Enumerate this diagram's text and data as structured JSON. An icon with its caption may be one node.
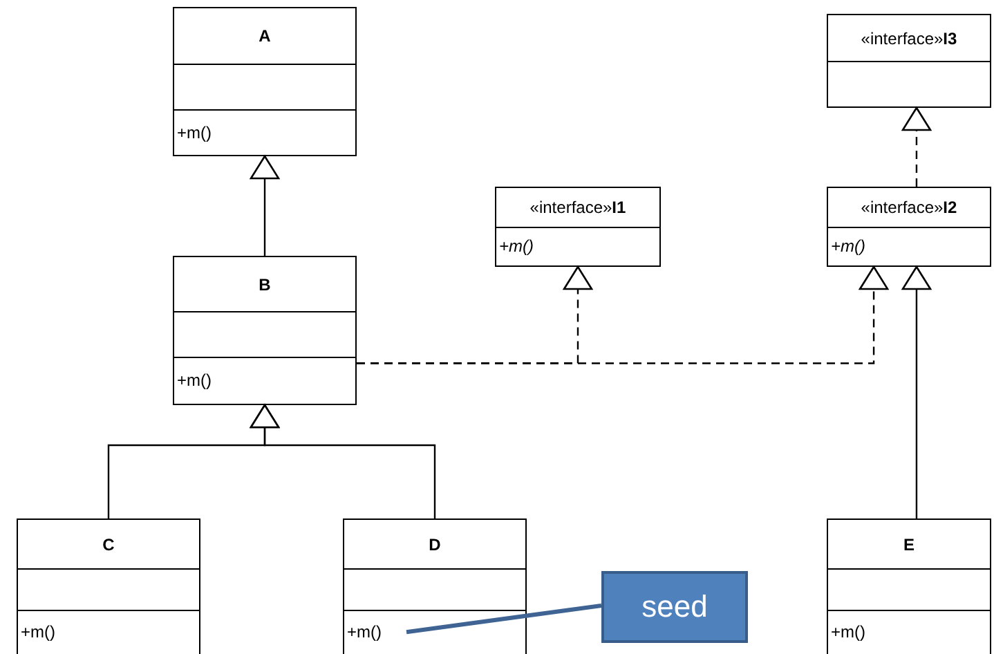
{
  "diagram": {
    "nodes": [
      {
        "text": [
          "A",
          "+m()"
        ]
      },
      {
        "text": [
          "«interface»**I3**"
        ]
      },
      {
        "text": [
          "«interface»**I1**",
          "+m()"
        ]
      },
      {
        "text": [
          "«interface»**I2**",
          "+m()"
        ]
      },
      {
        "text": [
          "B",
          "+m()"
        ]
      },
      {
        "text": [
          "C",
          "+m()"
        ]
      },
      {
        "text": [
          "D",
          "+m()"
        ]
      },
      {
        "text": [
          "seed"
        ]
      },
      {
        "text": [
          "E",
          "+m()"
        ]
      }
    ],
    "edges": [
      {
        "from": 4,
        "to": 0,
        "arrow": "to"
      },
      {
        "from": 5,
        "to": 4,
        "arrow": "to"
      },
      {
        "from": 6,
        "to": 4,
        "arrow": "to"
      },
      {
        "from": 4,
        "to": 2,
        "arrow": "to",
        "style": "dashed"
      },
      {
        "from": 4,
        "to": 3,
        "arrow": "to",
        "style": "dashed"
      },
      {
        "from": 3,
        "to": 1,
        "arrow": "to",
        "style": "dashed"
      },
      {
        "from": 8,
        "to": 3,
        "arrow": "to"
      },
      {
        "from": 7,
        "to": 6,
        "arrow": "none",
        "style": "thick",
        "color": "#3f6494"
      }
    ]
  }
}
